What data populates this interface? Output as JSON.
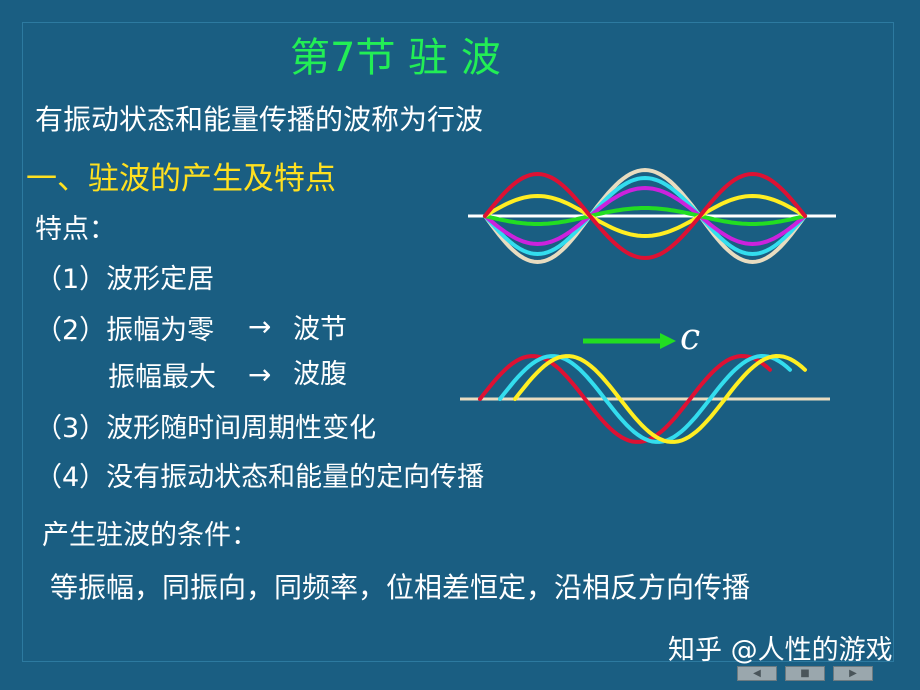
{
  "title": "第7节    驻  波",
  "intro": "有振动状态和能量传播的波称为行波",
  "heading": "一、驻波的产生及特点",
  "features_label": "特点：",
  "items": {
    "i1": "（1）波形定居",
    "i2": "（2）振幅为零",
    "i2_result": "波节",
    "i2b": "振幅最大",
    "i2b_result": "波腹",
    "i3": "（3）波形随时间周期性变化",
    "i4": "（4）没有振动状态和能量的定向传播"
  },
  "arrow_symbol": "→",
  "conditions_label": "产生驻波的条件：",
  "conditions": "等振幅，同振向，同频率，位相差恒定，沿相反方向传播",
  "wave_speed_label": "c",
  "watermark": "知乎 @人性的游戏",
  "nav": {
    "prev_icon": "left-triangle-icon",
    "next_icon": "right-triangle-icon"
  },
  "colors": {
    "title": "#22ee55",
    "heading": "#ffe020",
    "text": "#ffffff",
    "background": "#1a5e82",
    "wave_red": "#dd1133",
    "wave_yellow": "#ffee22",
    "wave_green": "#22dd22",
    "wave_cyan": "#33ddee",
    "wave_purple": "#cc22dd",
    "wave_beige": "#e8dcc0",
    "arrow": "#22dd22"
  }
}
